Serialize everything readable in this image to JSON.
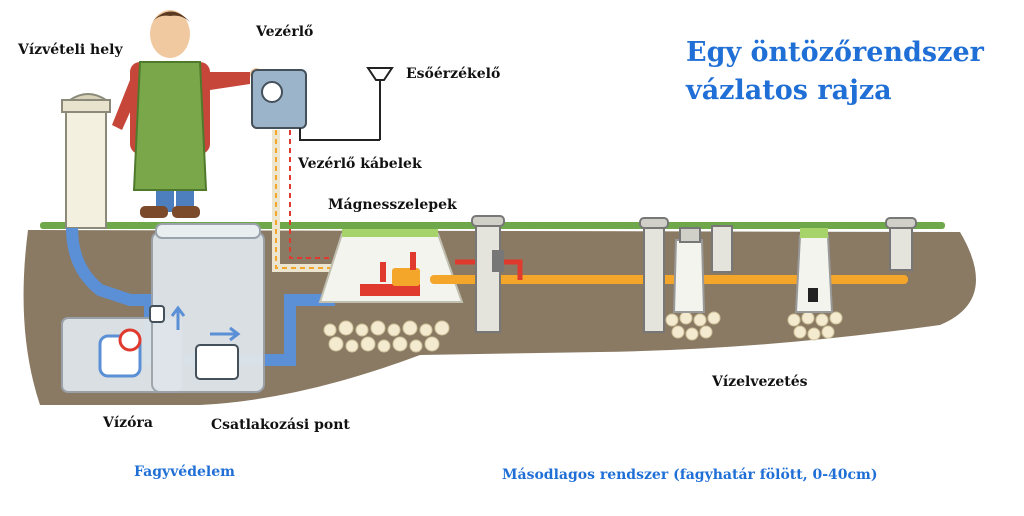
{
  "title": {
    "line1": "Egy öntözőrendszer",
    "line2": "vázlatos rajza"
  },
  "labels": {
    "water_source": "Vízvételi hely",
    "controller": "Vezérlő",
    "rain_sensor": "Esőérzékelő",
    "controller_cables": "Vezérlő kábelek",
    "solenoid_valves": "Mágnesszelepek",
    "water_meter": "Vízóra",
    "connection_point": "Csatlakozási pont",
    "drainage": "Vízelvezetés",
    "frost_protection": "Fagyvédelem",
    "secondary_system": "Másodlagos rendszer (fagyhatár fölött, 0-40cm)"
  },
  "colors": {
    "title_blue": "#1f6fd6",
    "soil": "#8a7a64",
    "grass": "#6fa84a",
    "main_pipe": "#5b8fd6",
    "secondary_pipe": "#f4a62a",
    "cable_red": "#e03a2e",
    "gravel": "#f3ead0"
  }
}
